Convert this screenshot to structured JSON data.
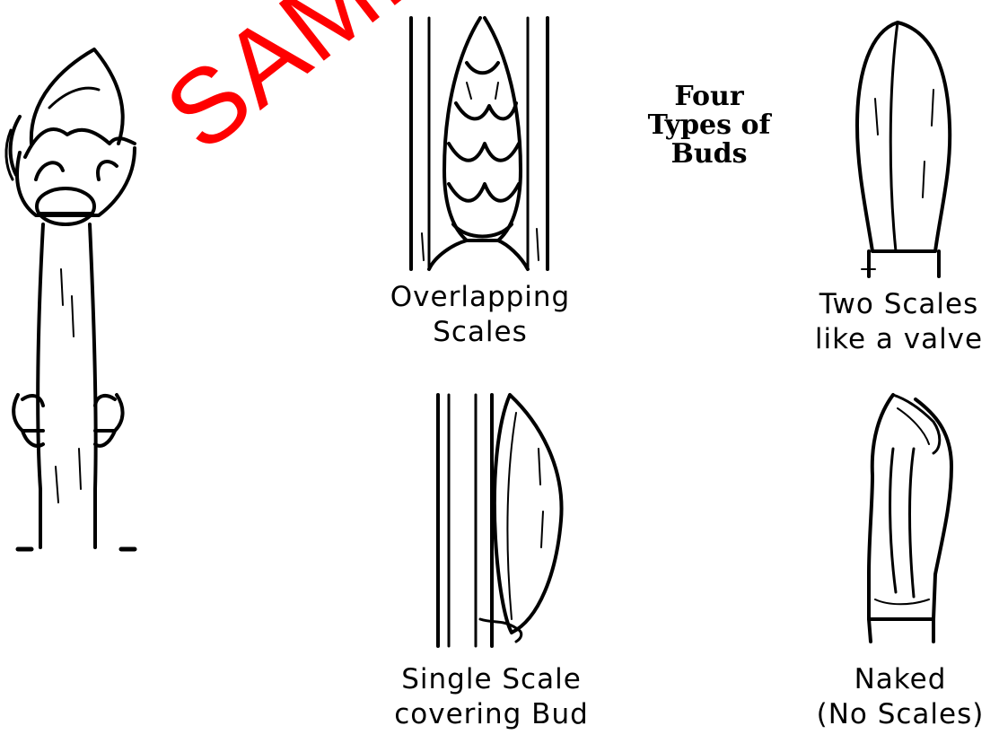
{
  "title": {
    "line1": "Four",
    "line2": "Types of",
    "line3": "Buds"
  },
  "labels": {
    "overlapping": {
      "line1": "Overlapping",
      "line2": "Scales"
    },
    "two_scales": {
      "line1": "Two Scales",
      "line2": "like a valve"
    },
    "single_scale": {
      "line1": "Single Scale",
      "line2": "covering Bud"
    },
    "naked": {
      "line1": "Naked",
      "line2": "(No Scales)"
    }
  },
  "watermark": "SAMPLE",
  "colors": {
    "ink": "#000000",
    "watermark": "#ff0000",
    "background": "#ffffff"
  }
}
